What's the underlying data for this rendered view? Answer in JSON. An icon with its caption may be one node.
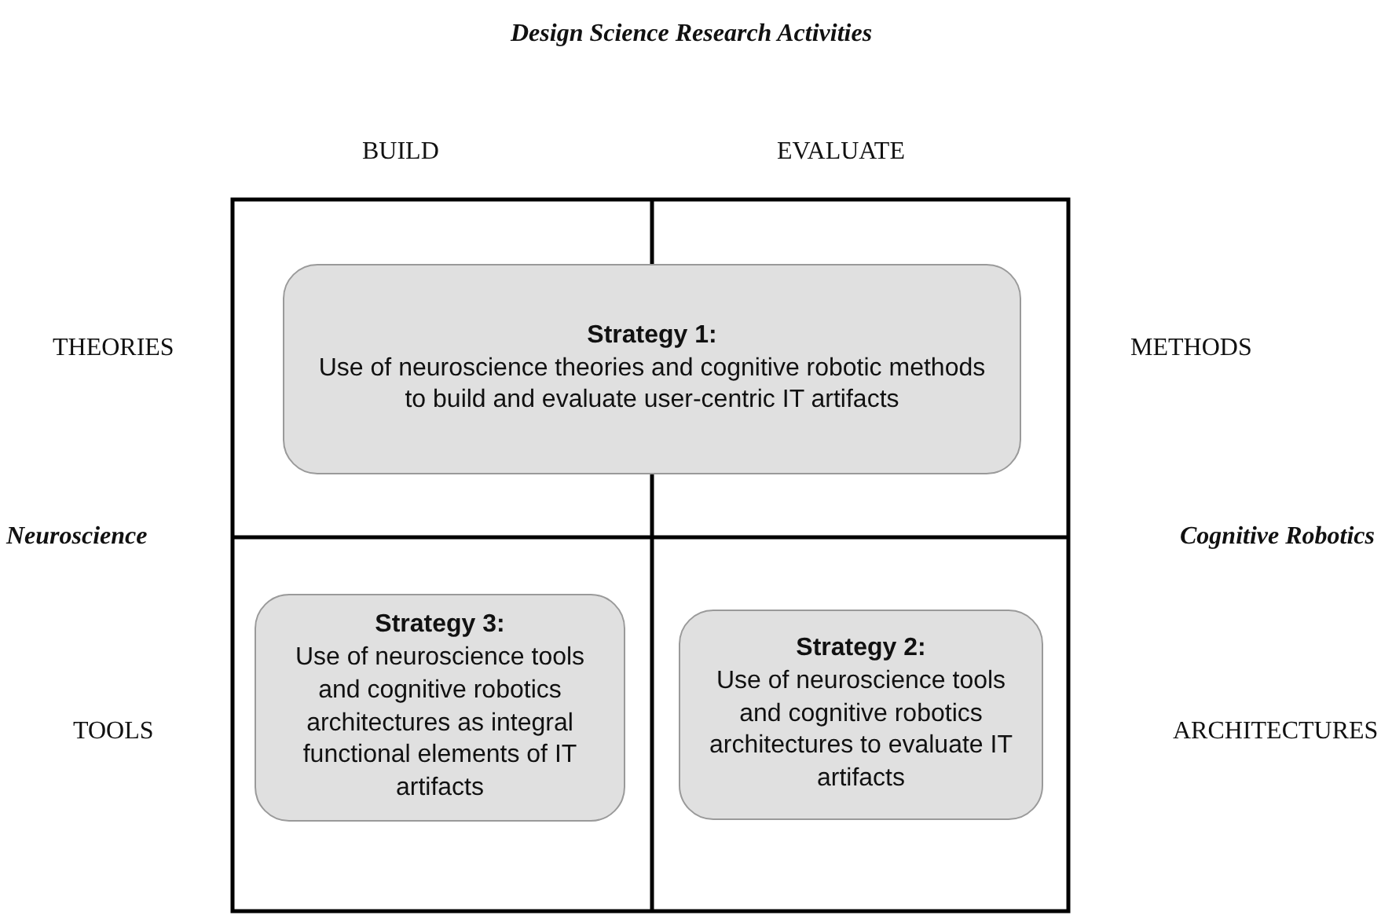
{
  "diagram": {
    "title": "Design Science Research Activities",
    "nodes": [
      {
        "text": [
          "Strategy 1:",
          "Use of neuroscience theories and cognitive robotic methods to build and evaluate user-centric IT artifacts"
        ]
      },
      {
        "text": [
          "Strategy 3:",
          "Use of neuroscience tools and cognitive robotics architectures as integral functional elements of IT artifacts"
        ]
      },
      {
        "text": [
          "Strategy 2:",
          "Use of neuroscience tools and cognitive robotics architectures to evaluate IT artifacts"
        ]
      }
    ],
    "edges": [],
    "labels": [
      "BUILD",
      "EVALUATE",
      "THEORIES",
      "METHODS",
      "Neuroscience",
      "Cognitive Robotics",
      "TOOLS",
      "ARCHITECTURES"
    ]
  }
}
